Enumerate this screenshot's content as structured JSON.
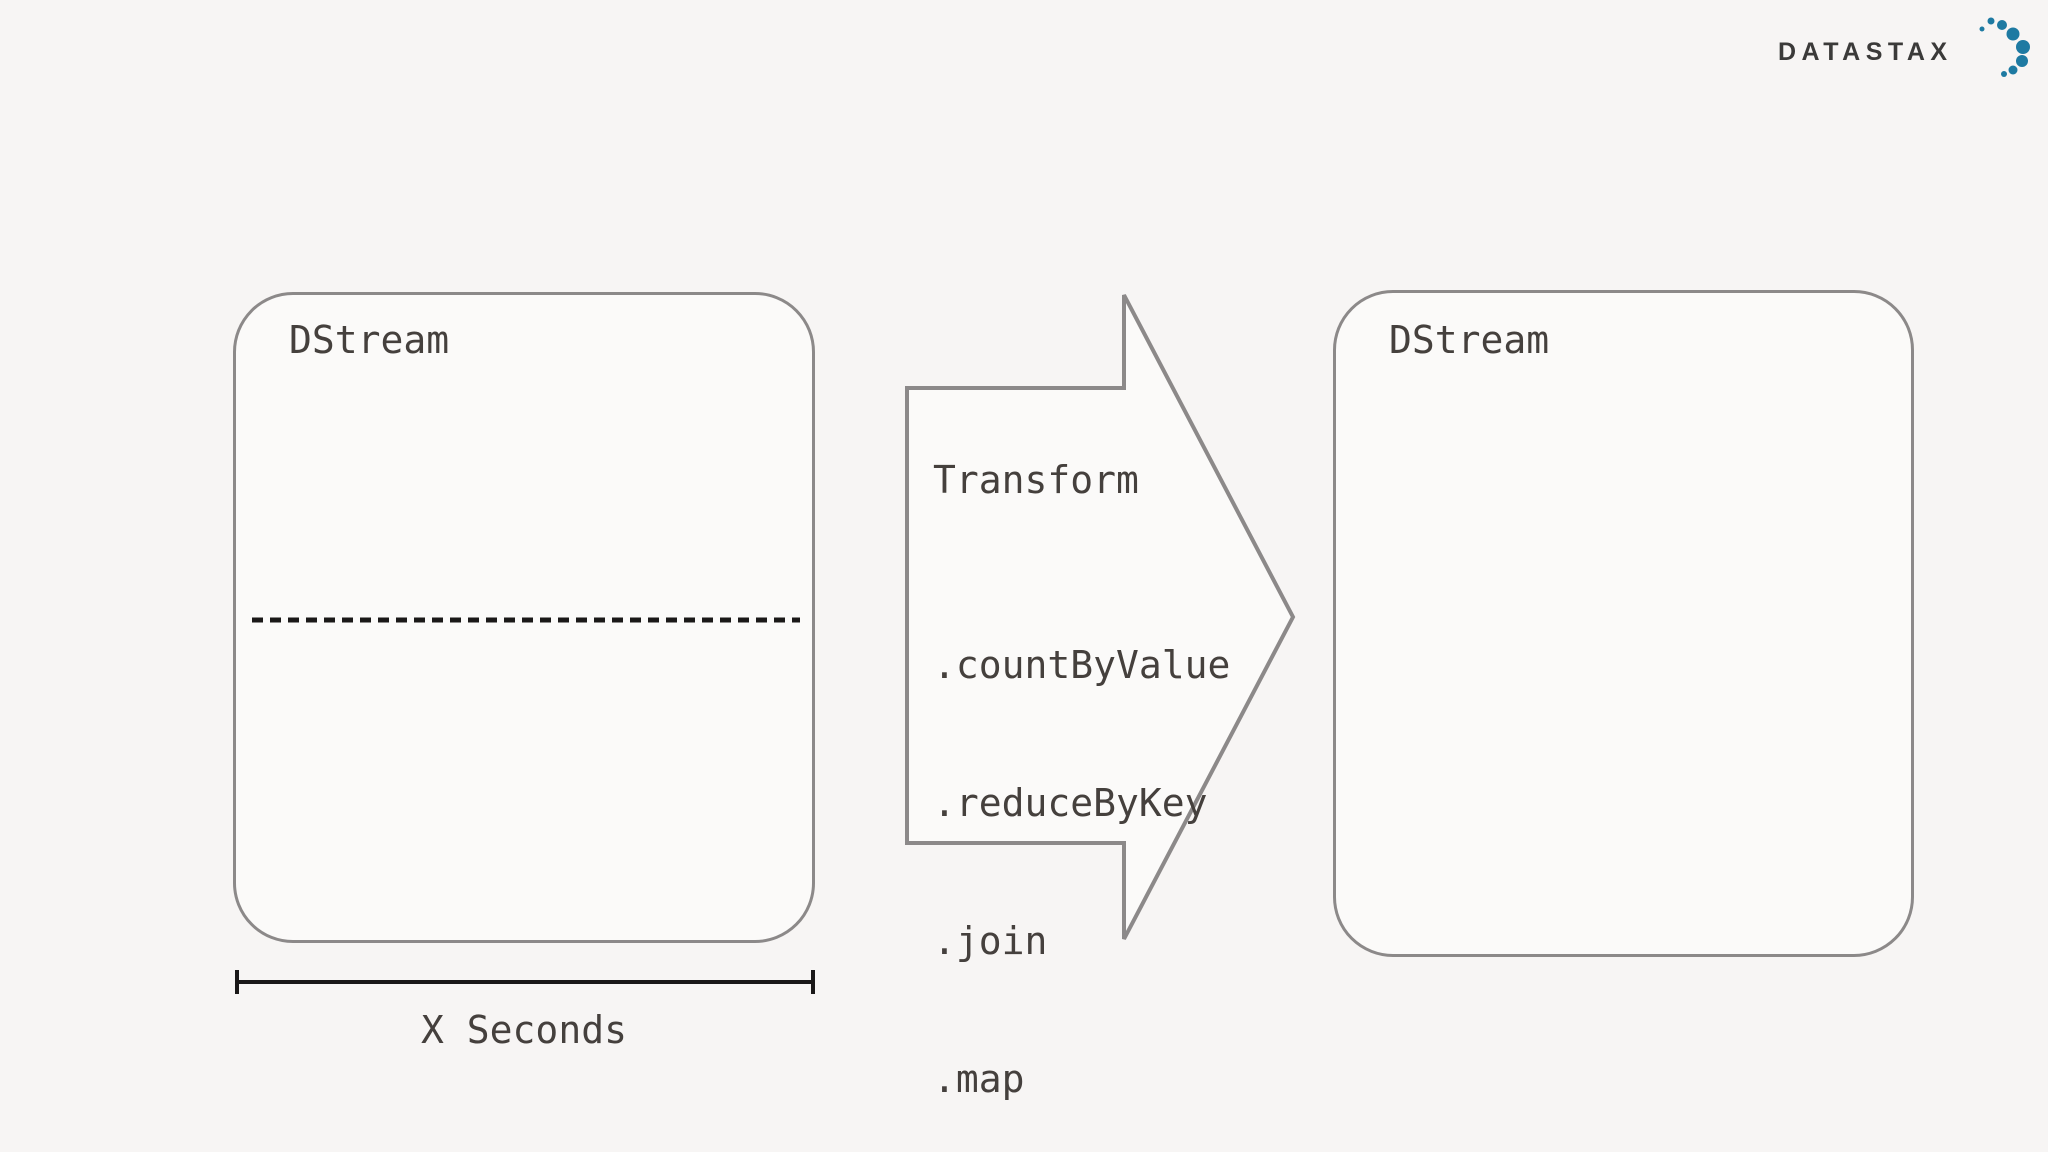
{
  "slide": {
    "background_color": "#f7f5f4",
    "panel_color": "#fbfaf9"
  },
  "logo": {
    "brand": "DATASTAX",
    "text_color": "#3b3a39",
    "dot_color": "#1e7aa2"
  },
  "left_dstream": {
    "label": "DStream"
  },
  "right_dstream": {
    "label": "DStream"
  },
  "transform_arrow": {
    "title": "Transform",
    "methods": [
      ".countByValue",
      ".reduceByKey",
      ".join",
      ".map"
    ]
  },
  "timeline": {
    "label": "X Seconds"
  },
  "styles": {
    "outline_color": "#8c8989",
    "ink_color": "#45403d",
    "line_color": "#1a1818"
  }
}
